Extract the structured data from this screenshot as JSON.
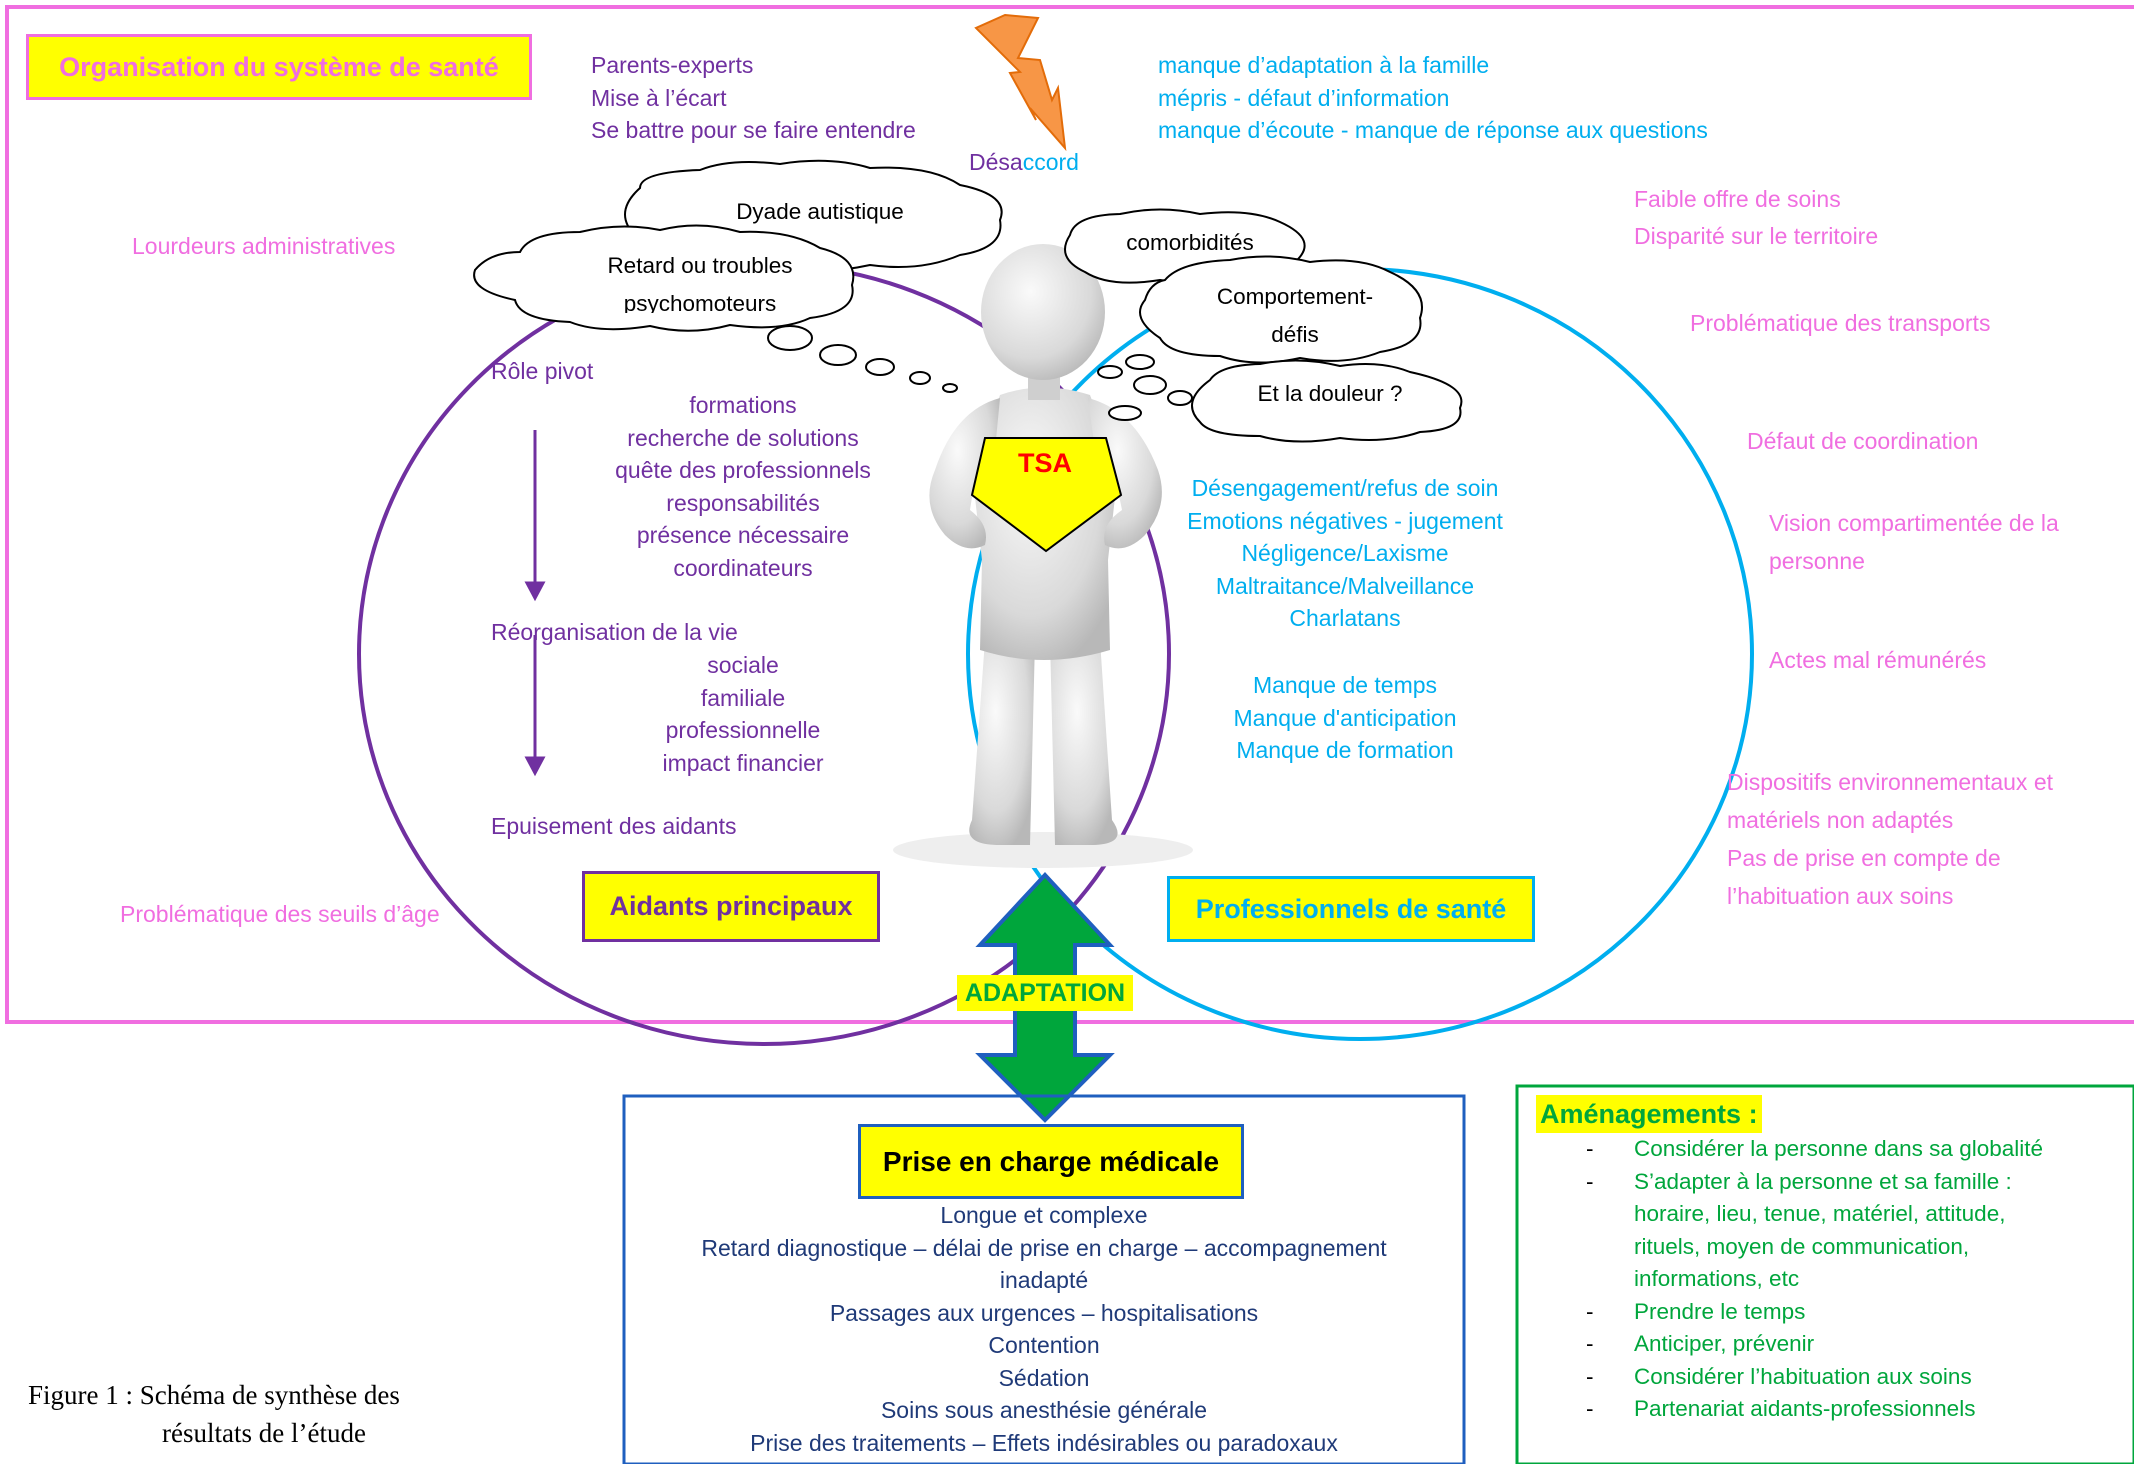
{
  "colors": {
    "outer_border": "#f06ee0",
    "caregiver_circle": "#7030a0",
    "professional_circle": "#00aeef",
    "highlight": "#ffff00",
    "arrow_fill": "#00a63c",
    "arrow_stroke": "#1f5fbf",
    "medical_border": "#1f5fbf",
    "adaptations_border": "#00a63c",
    "lightning": "#f79646"
  },
  "system": {
    "title": "Organisation du système de santé",
    "left_items": [
      "Lourdeurs administratives",
      "Problématique des seuils d’âge"
    ],
    "right_items": [
      "Faible offre de soins",
      "Disparité sur le territoire",
      "Problématique des transports",
      "Défaut de coordination",
      "Vision compartimentée de la",
      "personne",
      "Actes mal rémunérés",
      "Dispositifs environnementaux et",
      "matériels non adaptés",
      "Pas de prise en compte de",
      "l’habituation aux soins"
    ]
  },
  "conflict": {
    "parent_items": [
      "Parents-experts",
      "Mise à l’écart",
      "Se battre pour se faire entendre"
    ],
    "label_part1": "Désa",
    "label_part2": "ccord",
    "professional_items": [
      "manque d’adaptation à la famille",
      "mépris - défaut d’information",
      "manque d’écoute -  manque de réponse aux questions"
    ]
  },
  "thoughts": {
    "dyade": "Dyade autistique",
    "retard_line1": "Retard ou troubles",
    "retard_line2": "psychomoteurs",
    "comorbidites": "comorbidités",
    "comportement_line1": "Comportement-",
    "comportement_line2": "défis",
    "douleur": "Et la douleur ?"
  },
  "caregivers": {
    "label": "Aidants principaux",
    "role": "Rôle pivot",
    "role_items": [
      "formations",
      "recherche de solutions",
      "quête des professionnels",
      "responsabilités",
      "présence nécessaire",
      "coordinateurs"
    ],
    "reorg": "Réorganisation de la vie",
    "reorg_items": [
      "sociale",
      "familiale",
      "professionnelle",
      "impact financier"
    ],
    "exhaustion": "Epuisement des aidants"
  },
  "person_label": "TSA",
  "professionals": {
    "label": "Professionnels de santé",
    "items_a": [
      "Désengagement/refus de soin",
      "Emotions négatives - jugement",
      "Négligence/Laxisme",
      "Maltraitance/Malveillance",
      "Charlatans"
    ],
    "items_b": [
      "Manque de temps",
      "Manque d'anticipation",
      "Manque de formation"
    ]
  },
  "adaptation_label": "ADAPTATION",
  "medical": {
    "title": "Prise en charge médicale",
    "lines": [
      "Longue et complexe",
      "Retard diagnostique – délai de prise en charge – accompagnement",
      "inadapté",
      "Passages aux urgences – hospitalisations",
      "Contention",
      "Sédation",
      "Soins sous anesthésie générale",
      "Prise des traitements – Effets indésirables ou paradoxaux"
    ]
  },
  "adaptations": {
    "title": "Aménagements :",
    "items": [
      "Considérer la personne dans sa globalité",
      "S’adapter à la personne et sa famille :",
      "Prendre le temps",
      "Anticiper, prévenir",
      "Considérer l’habituation aux soins",
      "Partenariat aidants-professionnels"
    ],
    "item2_continuation": [
      "horaire, lieu, tenue, matériel, attitude,",
      "rituels, moyen de communication,",
      "informations, etc"
    ],
    "dash": "-"
  },
  "caption": {
    "line1": "Figure 1 : Schéma de synthèse des",
    "line2": "résultats de l’étude"
  }
}
